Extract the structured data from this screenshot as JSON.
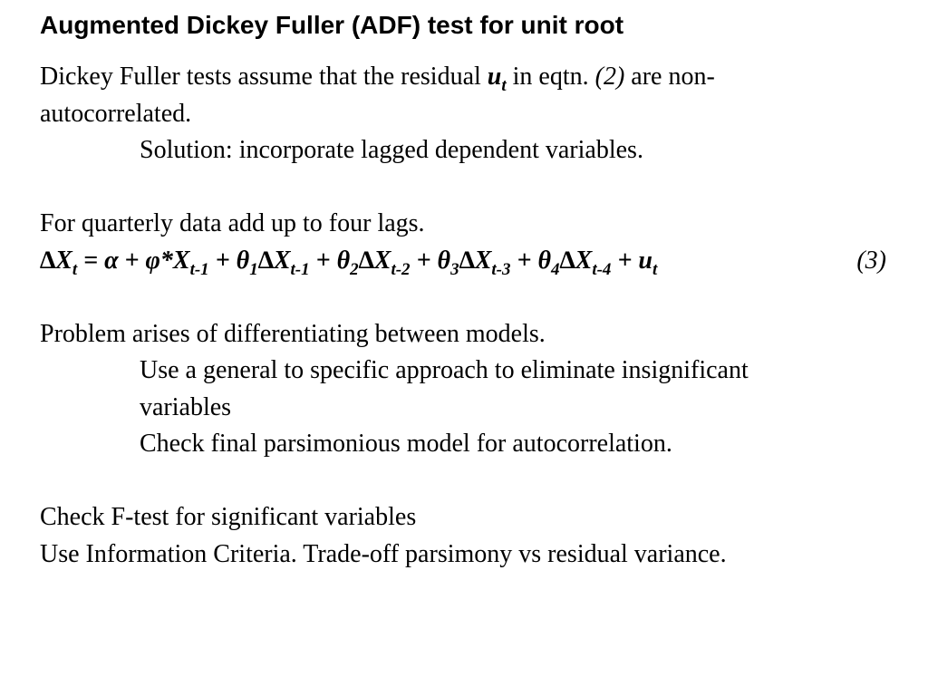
{
  "title": "Augmented Dickey Fuller (ADF) test for unit root",
  "intro": {
    "part1": "Dickey Fuller tests assume that the residual ",
    "resid_sym": "u",
    "resid_sub": "t",
    "part2": " in eqtn. ",
    "eq_ref": "(2)",
    "part3": " are non-",
    "line2": "autocorrelated."
  },
  "solution": "Solution: incorporate lagged dependent variables.",
  "quarterly": "For quarterly data add up to four lags.",
  "equation": {
    "t1_sym": "∆",
    "t1_var": "X",
    "t1_sub": "t",
    "t2": " = α + φ*X",
    "t2_sub": "t-1",
    "t3": " + θ",
    "t3_sub": "1",
    "t3_sym": "∆",
    "t3_var": "X",
    "t3_var_sub": "t-1",
    "t4": " + θ",
    "t4_sub": "2",
    "t4_sym": "∆",
    "t4_var": "X",
    "t4_var_sub": "t-2",
    "t5": " + θ",
    "t5_sub": "3",
    "t5_sym": "∆",
    "t5_var": "X",
    "t5_var_sub": "t-3",
    "t6": " + θ",
    "t6_sub": "4",
    "t6_sym": "∆",
    "t6_var": "X",
    "t6_var_sub": "t-4",
    "t7": " + u",
    "t7_sub": "t",
    "number": "(3)"
  },
  "problem": "Problem arises of differentiating between models.",
  "approach1": "Use a general to specific approach to eliminate insignificant",
  "approach2": "variables",
  "check_final": "Check final parsimonious model for autocorrelation.",
  "ftest": "Check F-test for significant variables",
  "info_criteria": "Use Information Criteria. Trade-off parsimony vs residual variance."
}
